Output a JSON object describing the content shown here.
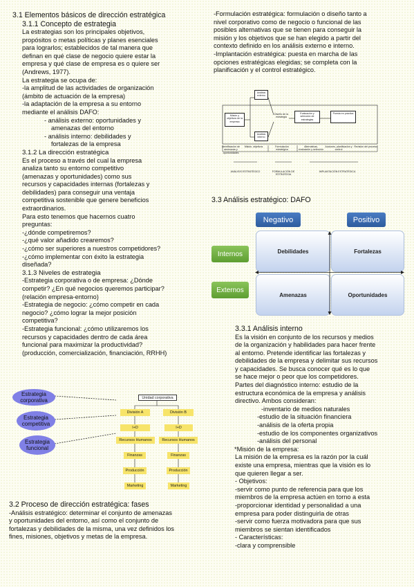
{
  "left": {
    "title": "3.1 Elementos básicos de dirección estratégica",
    "s311_title": "3.1.1 Concepto de estrategia",
    "s311_lines": [
      "La estrategias son los principales objetivos,",
      "propósitos o metas políticas y planes esenciales",
      "para lograrlos; establecidos de tal manera que",
      "definan en qué clase de negocio quiere estar la",
      "empresa y qué clase de empresa es o quiere ser",
      "(Andrews, 1977)."
    ],
    "ocupa_intro": "La estrategia se ocupa de:",
    "ocupa_lines": [
      "-la amplitud de las actividades de organización",
      "(ámbito de actuación de la empresa)",
      "-la adaptación de la empresa a su entorno",
      "mediante el análisis DAFO:"
    ],
    "dafo_lines": [
      "- análisis externo: oportunidades y",
      "amenazas del entorno",
      "- análisis interno: debilidades y",
      "fortalezas de la empresa"
    ],
    "s312_title": "3.1.2 La dirección estratégica",
    "s312_lines": [
      "Es el proceso a través del cual la empresa",
      "analiza tanto su entorno competitivo",
      "(amenazas y oportunidades) como sus",
      "recursos y capacidades internas (fortalezas y",
      "debilidades) para conseguir una ventaja",
      "competitiva sostenible que genere beneficios",
      "extraordinarios.",
      "Para esto tenemos que hacernos cuatro",
      "preguntas:",
      "-¿dónde competiremos?",
      "-¿qué valor añadido crearemos?",
      "-¿cómo ser superiores a nuestros competidores?",
      "-¿cómo implementar con éxito la estrategia",
      "diseñada?"
    ],
    "s313_title": "3.1.3 Niveles de estrategia",
    "s313_lines": [
      "-Estrategia corporativa o de empresa: ¿Dónde",
      "competir? ¿En qué negocios queremos participar?",
      "(relación empresa-entorno)",
      "-Estrategia de negocio: ¿cómo competir en cada",
      "negocio? ¿cómo lograr la mejor posición",
      "competitiva?",
      "-Estrategia funcional: ¿cómo utilizaremos los",
      "recursos y capacidades dentro de cada área",
      "funcional para maximizar la productividad?",
      "(producción, comercialización, financiación, RRHH)"
    ],
    "s32_title": "3.2 Proceso de dirección estratégica: fases",
    "s32_lines": [
      "-Análisis estratégico: determinar el conjunto de amenazas",
      "y oportunidades del entorno, así como el conjunto de",
      "fortalezas y debilidades de la misma, una vez definidos los",
      "fines, misiones, objetivos y metas de la empresa."
    ]
  },
  "org": {
    "ellipses": [
      "Estrategia corporativa",
      "Estrategia competitiva",
      "Estrategia funcional"
    ],
    "top": "Unidad corporativa",
    "div_a": "División A",
    "div_b": "División B",
    "col_a": [
      "I+D",
      "Recursos Humanos",
      "Finanzas",
      "Producción",
      "Marketing"
    ],
    "col_b": [
      "I+D",
      "Recursos Humanos",
      "Finanzas",
      "Producción",
      "Marketing"
    ]
  },
  "right": {
    "form_lines": [
      "-Formulación estratégica: formulación o diseño tanto a",
      "nivel corporativo como de negocio o funcional de las",
      "posibles alternativas que se tienen para conseguir la",
      "misión y los objetivos que se han elegido a partir del",
      "contexto definido en los análisis externo e interno.",
      "-Implantación estratégica: puesta en marcha de las",
      "opciones estratégicas elegidas; se completa con la",
      "planificación y el control estratégico."
    ],
    "s33_title": "3.3 Análisis estratégico: DAFO",
    "s331_title": "3.3.1 Análisis interno",
    "s331_lines": [
      "Es la visión en conjunto de los recursos y medios",
      "de la organización y habilidades para hacer frente",
      "al entorno. Pretende identificar las fortalezas y",
      "debilidades de la empresa y delimitar sus recursos",
      "y capacidades. Se busca conocer qué es lo que",
      "se hace mejor o peor que los competidores.",
      "Partes del diagnóstico interno: estudio de la",
      "estructura económica de la empresa y análisis",
      "directivo. Ambos consideran:"
    ],
    "partes": [
      "-inventario de medios naturales",
      "-estudio de la situación financiera",
      "-análisis de la oferta propia",
      "-estudio de los componentes organizativos",
      "-análisis del personal"
    ],
    "mision_lines": [
      "*Misión de la empresa:",
      "La misión de la empresa es la razón por la cuál",
      "existe una empresa, mientras que la visión es lo",
      "que quieren llegar a ser.",
      "- Objetivos:",
      "-servir como punto de referencia para que los",
      "miembros de la empresa actúen en torno a esta",
      "-proporcionar identidad y personalidad a una",
      "empresa para poder distinguirla de otras",
      "-servir como fuerza motivadora para que sus",
      "miembros se sientan identificados",
      "- Características:",
      "-clara y comprensible"
    ]
  },
  "dafo": {
    "negativo": "Negativo",
    "positivo": "Positivo",
    "internos": "Internos",
    "externos": "Externos",
    "debilidades": "Debilidades",
    "fortalezas": "Fortalezas",
    "amenazas": "Amenazas",
    "oportunidades": "Oportunidades",
    "colors": {
      "tab": "#3a6db5",
      "side": "#72b043",
      "cell_top": "#ffffff",
      "cell_bottom": "#c3d3ee"
    }
  },
  "process": {
    "b1": "Análisis externo",
    "b2": "Misión y objetivos de la empresa",
    "b3": "Análisis interno",
    "b4": "Diseño de la estrategia",
    "b5": "Evaluación y selección de estrategias",
    "b6": "Puesta en práctica",
    "bottom": [
      "Identificación de amenazas y oportunidades",
      "Misión, objetivos",
      "Formulación estratégica",
      "Alternativas, evaluación y selección",
      "Acciones, planificación y control",
      "Revisión del proceso"
    ],
    "phase1": "ANÁLISIS ESTRATÉGICO",
    "phase2": "FORMULACIÓN DE ESTRATEGIA",
    "phase3": "IMPLANTACIÓN ESTRATÉGICA"
  }
}
